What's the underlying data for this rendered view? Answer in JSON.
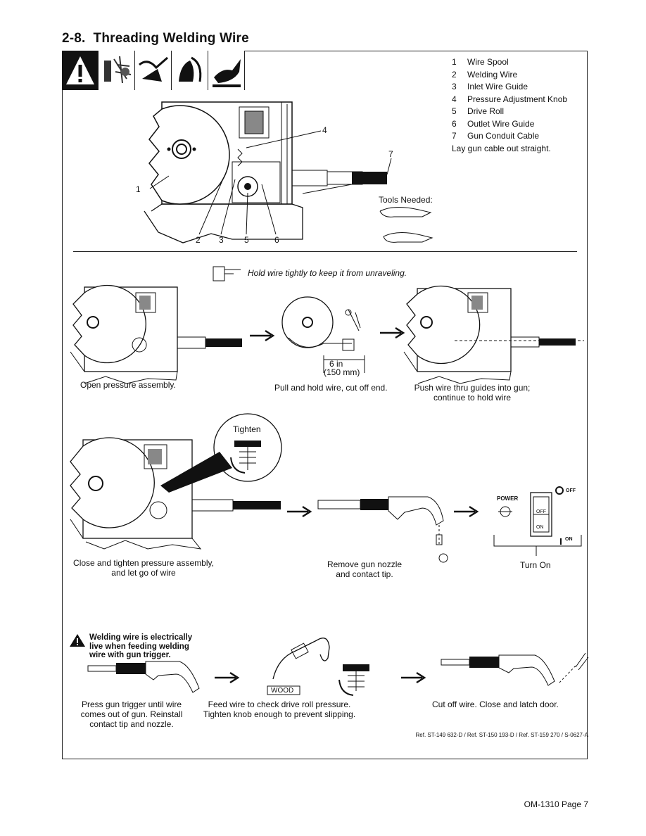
{
  "section": {
    "number": "2-8.",
    "title": "Threading Welding Wire"
  },
  "warning_icons": [
    "warning-triangle-icon",
    "electric-shock-sparks-icon",
    "wire-puncture-icon",
    "hand-entanglement-icon",
    "hot-surface-icon"
  ],
  "legend": [
    {
      "num": "1",
      "label": "Wire Spool"
    },
    {
      "num": "2",
      "label": "Welding Wire"
    },
    {
      "num": "3",
      "label": "Inlet Wire Guide"
    },
    {
      "num": "4",
      "label": "Pressure Adjustment Knob"
    },
    {
      "num": "5",
      "label": "Drive Roll"
    },
    {
      "num": "6",
      "label": "Outlet Wire Guide"
    },
    {
      "num": "7",
      "label": "Gun Conduit Cable"
    }
  ],
  "legend_note": "Lay gun cable out straight.",
  "callouts": {
    "c1": "1",
    "c2": "2",
    "c3": "3",
    "c4": "4",
    "c5": "5",
    "c6": "6",
    "c7": "7"
  },
  "tools_needed": "Tools Needed:",
  "hint": "Hold wire tightly to keep it from unraveling.",
  "steps": {
    "open": "Open pressure assembly.",
    "pull_dim_top": "6 in",
    "pull_dim_bottom": "(150 mm)",
    "pull": "Pull and hold wire, cut off end.",
    "push_line1": "Push wire thru guides into gun;",
    "push_line2": "continue to hold wire",
    "tighten_label": "Tighten",
    "close_line1": "Close and tighten pressure assembly,",
    "close_line2": "and let go of wire",
    "remove_line1": "Remove gun nozzle",
    "remove_line2": "and contact tip.",
    "power_label": "POWER",
    "off_label": "OFF",
    "on_label": "ON",
    "turn_on": "Turn On",
    "live_warning_1": "Welding wire is electrically",
    "live_warning_2": "live when feeding welding",
    "live_warning_3": "wire with gun trigger.",
    "press_line1": "Press gun trigger until wire",
    "press_line2": "comes out of gun. Reinstall",
    "press_line3": "contact tip and nozzle.",
    "wood_label": "WOOD",
    "feed_line1": "Feed wire to check drive roll pressure.",
    "feed_line2": "Tighten knob enough to prevent slipping.",
    "cut_off": "Cut off wire. Close and latch door."
  },
  "reference": "Ref. ST-149 632-D / Ref. ST-150 193-D / Ref. ST-159 270 / S-0627-A",
  "page_footer": "OM-1310 Page 7"
}
